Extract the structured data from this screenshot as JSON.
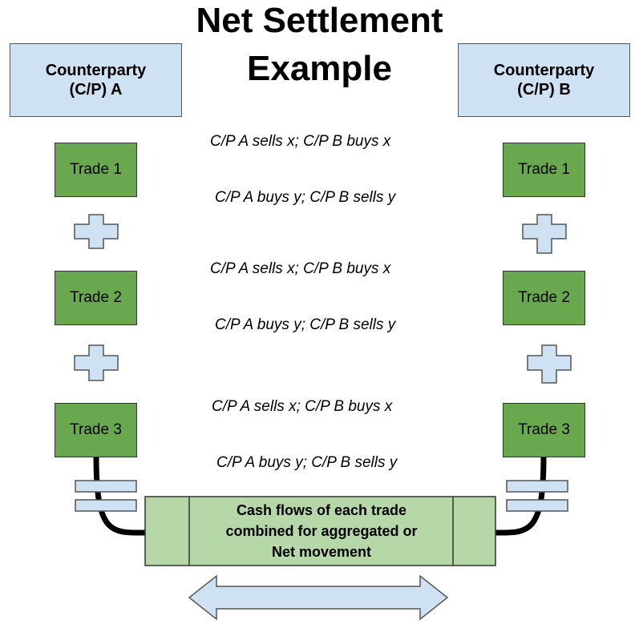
{
  "title": {
    "line1": "Net Settlement",
    "line2": "Example"
  },
  "counterparty_a": {
    "line1": "Counterparty",
    "line2": "(C/P) A"
  },
  "counterparty_b": {
    "line1": "Counterparty",
    "line2": "(C/P) B"
  },
  "trades_left": [
    "Trade 1",
    "Trade 2",
    "Trade 3"
  ],
  "trades_right": [
    "Trade 1",
    "Trade 2",
    "Trade 3"
  ],
  "descriptions": [
    {
      "sell": "C/P A sells x; C/P B buys x",
      "buy": "C/P A buys y; C/P B sells y"
    },
    {
      "sell": "C/P A sells x; C/P B buys x",
      "buy": "C/P A buys y; C/P B sells y"
    },
    {
      "sell": "C/P A sells x; C/P B buys x",
      "buy": "C/P A buys y; C/P B sells y"
    }
  ],
  "cash_flow": {
    "line1": "Cash flows of each trade",
    "line2": "combined for aggregated or",
    "line3": "Net movement"
  },
  "colors": {
    "counterparty_fill": "#cfe2f3",
    "trade_fill": "#6aa84f",
    "cash_fill": "#b6d7a8",
    "symbol_fill": "#cfe2f3"
  }
}
